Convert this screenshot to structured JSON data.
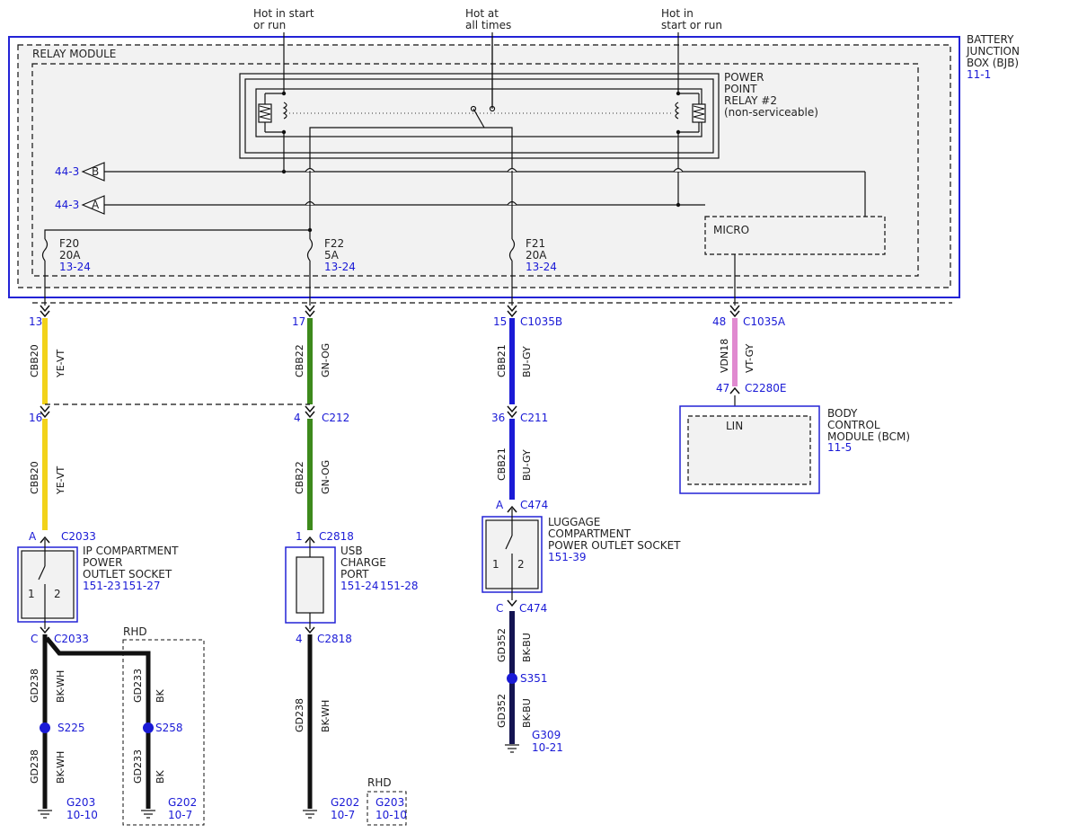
{
  "sources": {
    "left": [
      "Hot in start",
      "or run"
    ],
    "middle": [
      "Hot at",
      "all times"
    ],
    "right": [
      "Hot in",
      "start or run"
    ]
  },
  "bjb": {
    "lines": [
      "BATTERY",
      "JUNCTION",
      "BOX (BJB)"
    ],
    "ref": "11-1",
    "relay_module": "RELAY MODULE"
  },
  "relay": {
    "lines": [
      "POWER",
      "POINT",
      "RELAY #2",
      "(non-serviceable)"
    ]
  },
  "inputs": [
    {
      "ref": "44-3",
      "letter": "B"
    },
    {
      "ref": "44-3",
      "letter": "A"
    }
  ],
  "micro": "MICRO",
  "fuses": [
    {
      "name": "F20",
      "rating": "20A",
      "ref": "13-24"
    },
    {
      "name": "F22",
      "rating": "5A",
      "ref": "13-24"
    },
    {
      "name": "F21",
      "rating": "20A",
      "ref": "13-24"
    }
  ],
  "connectors": {
    "c1_pin": "13",
    "c2_pin": "17",
    "c3_pin": "15",
    "c3_name": "C1035B",
    "c4_pin": "48",
    "c4_name": "C1035A",
    "c4b_pin": "47",
    "c4b_name": "C2280E",
    "c212_left_pin": "16",
    "c212_pin": "4",
    "c212_name": "C212",
    "c211_pin": "36",
    "c211_name": "C211",
    "c474_top_pin": "A",
    "c474_top_name": "C474",
    "c474_bot_pin": "C",
    "c474_bot_name": "C474",
    "c2033_top_pin": "A",
    "c2033_top_name": "C2033",
    "c2033_bot_pin": "C",
    "c2033_bot_name": "C2033",
    "c2818_top_pin": "1",
    "c2818_top_name": "C2818",
    "c2818_bot_pin": "4",
    "c2818_bot_name": "C2818"
  },
  "wires": {
    "w1": {
      "circuit": "CBB20",
      "color": "YE-VT"
    },
    "w1b": {
      "circuit": "CBB20",
      "color": "YE-VT"
    },
    "w2": {
      "circuit": "CBB22",
      "color": "GN-OG"
    },
    "w2b": {
      "circuit": "CBB22",
      "color": "GN-OG"
    },
    "w3": {
      "circuit": "CBB21",
      "color": "BU-GY"
    },
    "w3b": {
      "circuit": "CBB21",
      "color": "BU-GY"
    },
    "w4": {
      "circuit": "VDN18",
      "color": "VT-GY"
    },
    "g1a": {
      "circuit": "GD238",
      "color": "BK-WH"
    },
    "g1b": {
      "circuit": "GD238",
      "color": "BK-WH"
    },
    "rhd_a": {
      "circuit": "GD233",
      "color": "BK"
    },
    "rhd_b": {
      "circuit": "GD233",
      "color": "BK"
    },
    "g2": {
      "circuit": "GD238",
      "color": "BK-WH"
    },
    "g3a": {
      "circuit": "GD352",
      "color": "BK-BU"
    },
    "g3b": {
      "circuit": "GD352",
      "color": "BK-BU"
    }
  },
  "wire_colors": {
    "yellow": "#f2d21a",
    "green": "#3d8a1c",
    "blue": "#1a1ad6",
    "violet": "#e08ad0",
    "black": "#111111",
    "navy": "#141452"
  },
  "components": {
    "bcm": {
      "lines": [
        "BODY",
        "CONTROL",
        "MODULE (BCM)"
      ],
      "ref": "11-5",
      "pin_label": "LIN"
    },
    "ip_socket": {
      "lines": [
        "IP COMPARTMENT",
        "POWER",
        "OUTLET SOCKET"
      ],
      "refs": [
        "151-23",
        "151-27"
      ]
    },
    "usb": {
      "lines": [
        "USB",
        "CHARGE",
        "PORT"
      ],
      "refs": [
        "151-24",
        "151-28"
      ]
    },
    "luggage": {
      "lines": [
        "LUGGAGE",
        "COMPARTMENT",
        "POWER OUTLET SOCKET"
      ],
      "ref": "151-39"
    },
    "switch_pins": [
      "1",
      "2"
    ]
  },
  "splices": [
    "S225",
    "S258",
    "S351"
  ],
  "grounds": [
    {
      "name": "G203",
      "ref": "10-10"
    },
    {
      "name": "G202",
      "ref": "10-7"
    },
    {
      "name": "G202",
      "ref": "10-7"
    },
    {
      "name": "G309",
      "ref": "10-21"
    },
    {
      "name": "G203",
      "ref": "10-10"
    }
  ],
  "rhd": [
    "RHD",
    "RHD"
  ]
}
